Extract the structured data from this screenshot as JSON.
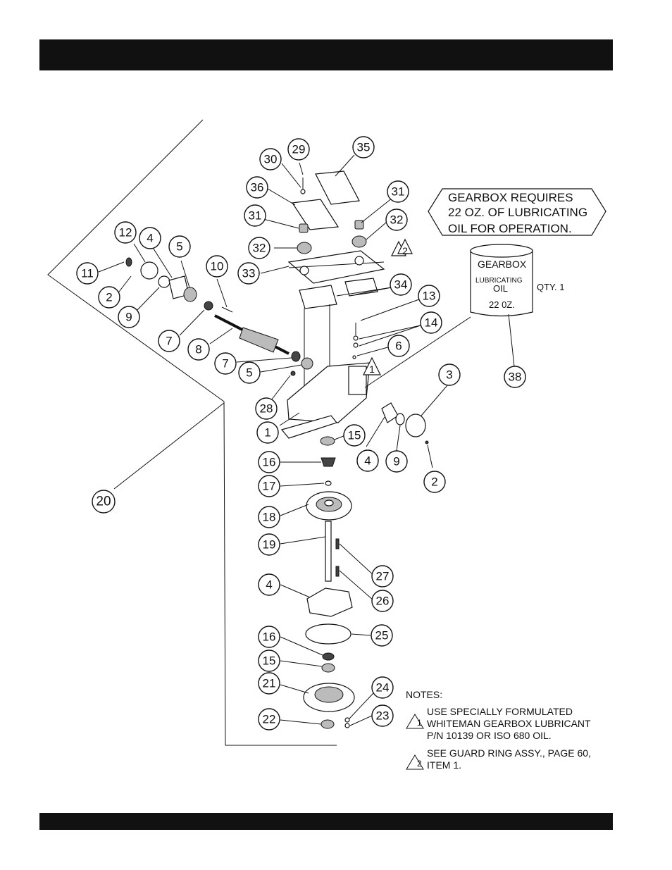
{
  "header_bar": {
    "color": "#111111",
    "text": ""
  },
  "footer_bar": {
    "color": "#111111",
    "text": ""
  },
  "gearbox_message": {
    "lines": [
      "GEARBOX REQUIRES",
      "22 OZ. OF LUBRICATING",
      "OIL FOR OPERATION."
    ]
  },
  "oil_can": {
    "label_brand": "GEARBOX",
    "label_type_1": "LUBRICATING",
    "label_type_2": "OIL",
    "label_volume": "22 0Z.",
    "qty": "QTY. 1"
  },
  "notes": {
    "title": "NOTES:",
    "items": [
      {
        "symbol": "1",
        "lines": [
          "USE SPECIALLY FORMULATED",
          "WHITEMAN GEARBOX LUBRICANT",
          "P/N 10139 OR ISO 680 OIL."
        ]
      },
      {
        "symbol": "2",
        "lines": [
          "SEE GUARD RING ASSY., PAGE 60,",
          "ITEM 1."
        ]
      }
    ]
  },
  "triangle_flags": [
    "1",
    "2"
  ],
  "callouts": [
    "1",
    "2",
    "2",
    "3",
    "4",
    "4",
    "4",
    "5",
    "5",
    "6",
    "7",
    "7",
    "8",
    "9",
    "9",
    "10",
    "11",
    "12",
    "13",
    "14",
    "15",
    "15",
    "16",
    "16",
    "17",
    "18",
    "19",
    "20",
    "21",
    "22",
    "23",
    "24",
    "25",
    "26",
    "27",
    "28",
    "29",
    "30",
    "31",
    "31",
    "32",
    "32",
    "33",
    "34",
    "35",
    "36",
    "38"
  ]
}
